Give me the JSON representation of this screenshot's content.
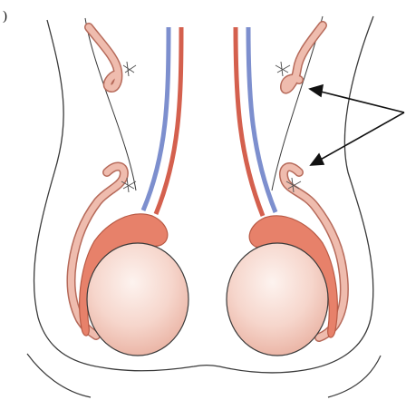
{
  "figure": {
    "panel_label": ")",
    "colors": {
      "background": "#ffffff",
      "outline": "#3a3a3a",
      "skin_fill": "#fbf3f1",
      "testis_fill": "#f3c7bd",
      "testis_shade": "#e8a998",
      "epididymis_fill": "#e7816a",
      "epididymis_edge": "#b85a45",
      "vas_fill": "#efbcae",
      "vas_edge": "#b66a5a",
      "artery": "#d4604e",
      "vein": "#7d8fce",
      "ligature": "#555555",
      "arrow": "#111111"
    },
    "structures": [
      "scrotum",
      "testis",
      "epididymis",
      "vas-deferens",
      "spermatic-vessels",
      "ligature"
    ]
  }
}
